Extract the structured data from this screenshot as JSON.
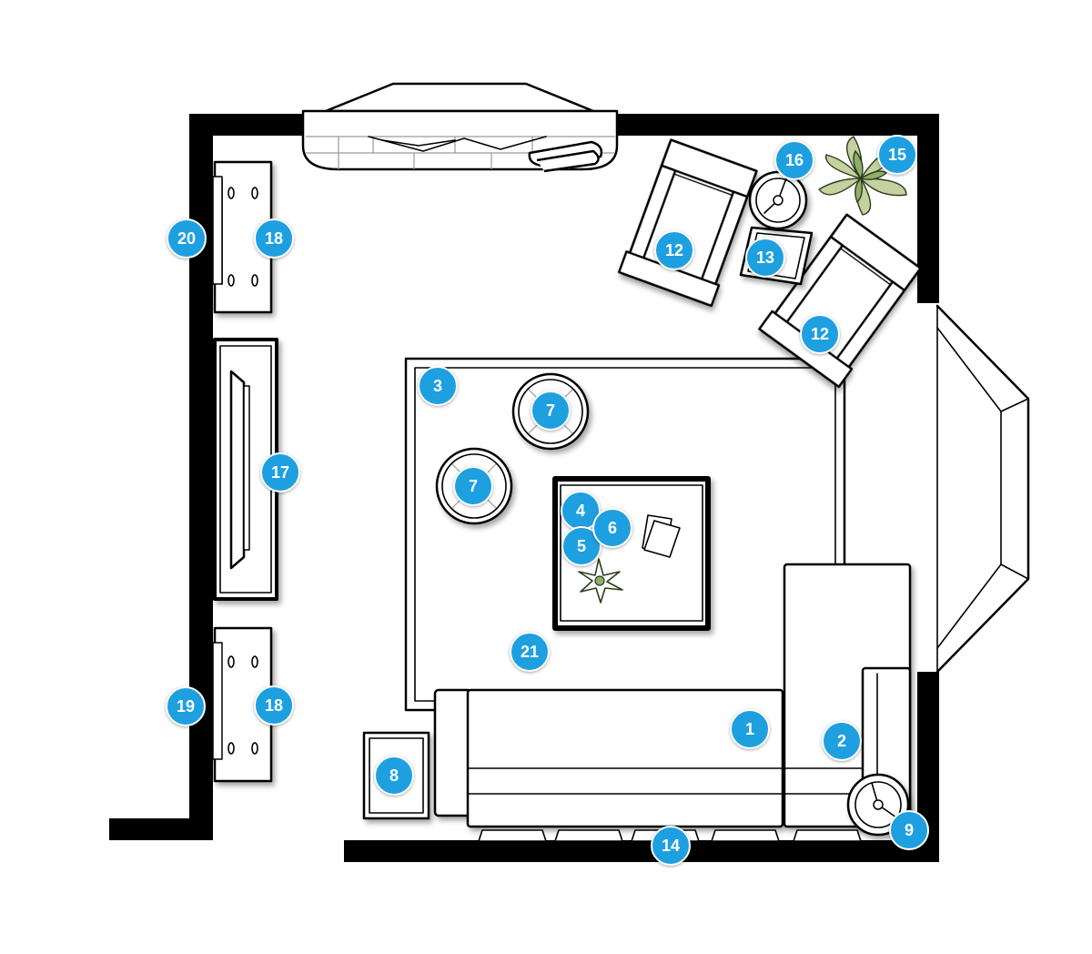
{
  "colors": {
    "badge": "#1ea0e0",
    "badge_text": "#ffffff",
    "wall": "#000000",
    "plant": "#c3d29e"
  },
  "labels": {
    "sofa": "1",
    "chaise": "2",
    "rug_inner": "3",
    "coffee_table_a": "4",
    "coffee_table_b": "5",
    "coffee_table_c": "6",
    "ottoman_top": "7",
    "ottoman_left": "7",
    "side_table": "8",
    "floor_lamp_corner": "9",
    "armchair_left": "12",
    "armchair_right": "12",
    "small_table": "13",
    "window_front": "14",
    "plant": "15",
    "floor_lamp_top": "16",
    "tv_console": "17",
    "speaker_top": "18",
    "speaker_bottom": "18",
    "door_bottom": "19",
    "door_top": "20",
    "rug_outer": "21"
  }
}
